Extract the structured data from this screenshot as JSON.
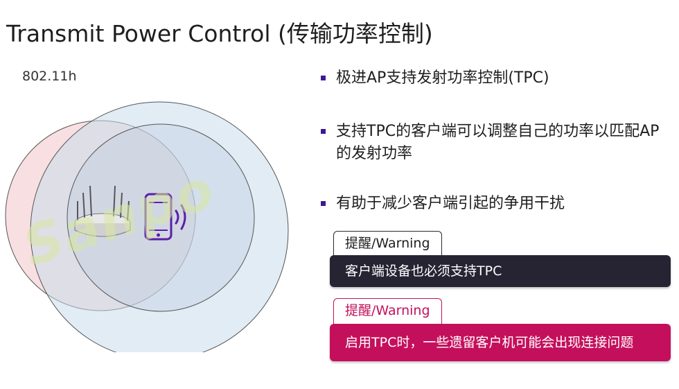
{
  "title": "Transmit Power Control (传输功率控制)",
  "standard_label": "802.11h",
  "watermark": "Sanpo",
  "bullets": [
    "极进AP支持发射功率控制(TPC)",
    "支持TPC的客户端可以调整自己的功率以匹配AP的发射功率",
    "有助于减少客户端引起的争用干扰"
  ],
  "warnings": [
    {
      "tab": "提醒/Warning",
      "text": "客户端设备也必须支持TPC"
    },
    {
      "tab": "提醒/Warning",
      "text": "启用TPC时，一些遗留客户机可能会出现连接问题"
    }
  ],
  "colors": {
    "bullet_square": "#3d1a8f",
    "warning_dark": "#262433",
    "warning_accent": "#c4105c",
    "circle_pink": "#f3c9cf",
    "circle_blue": "#c9dceb",
    "phone": "#5b1fa8"
  },
  "icons": [
    "access-point-icon",
    "smartphone-icon",
    "wireless-waves-icon"
  ]
}
